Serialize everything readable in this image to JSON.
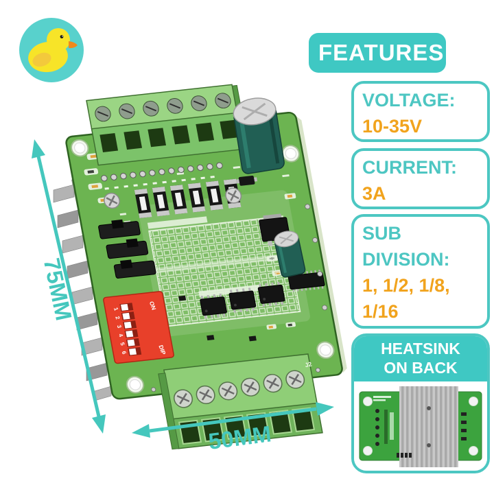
{
  "logo": {
    "name": "rubber-duck-logo"
  },
  "features": {
    "header": "FEATURES",
    "cards": [
      {
        "label": "VOLTAGE:",
        "value": "10-35V"
      },
      {
        "label": "CURRENT:",
        "value": "3A"
      },
      {
        "label": "SUB DIVISION:",
        "value": "1, 1/2, 1/8, 1/16"
      }
    ],
    "heatsink": {
      "line1": "HEATSINK",
      "line2": "ON BACK"
    }
  },
  "dimensions": {
    "height_label": "75MM",
    "width_label": "50MM"
  },
  "board": {
    "dip_switch": {
      "positions": [
        "1",
        "2",
        "3",
        "4",
        "5",
        "6"
      ],
      "on_label": "ON",
      "dip_label": "DIP"
    },
    "silkscreen_j2": "J2"
  },
  "colors": {
    "teal": "#3fc8c3",
    "orange": "#f1a31d",
    "pcb_green": "#6cb451",
    "terminal_green": "#7cc36a",
    "dip_red": "#e8402a",
    "capacitor_teal": "#215f54",
    "heatsink_gray": "#b3b3b3"
  }
}
